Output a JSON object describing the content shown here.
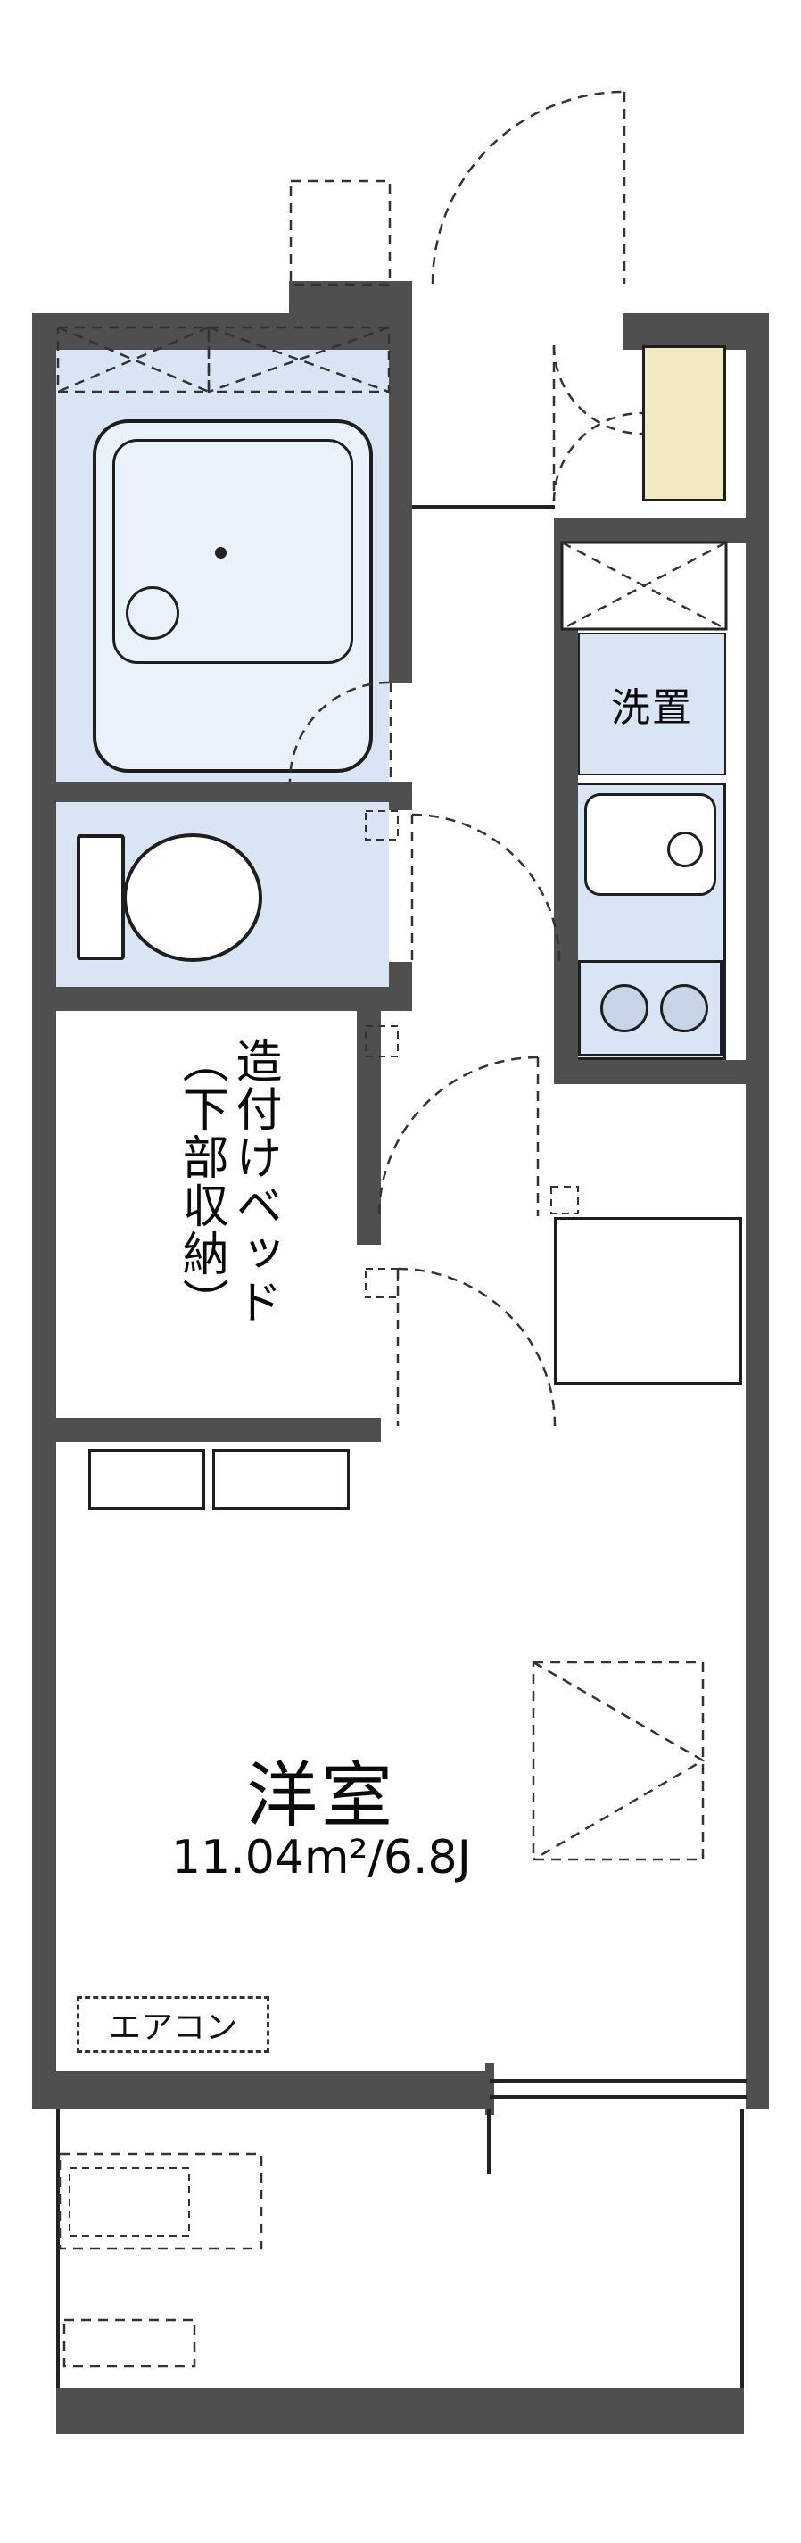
{
  "floorplan": {
    "labels": {
      "laundry": "洗置",
      "bed_storage": "造付けベッド（下部収納）",
      "room_name": "洋室",
      "room_size": "11.04m²/6.8J",
      "aircon": "エアコン"
    },
    "colors": {
      "wall": "#4f4f4f",
      "water_area": "#d9e5f4",
      "shoe_cabinet": "#f1e8c2",
      "line": "#222222"
    }
  }
}
